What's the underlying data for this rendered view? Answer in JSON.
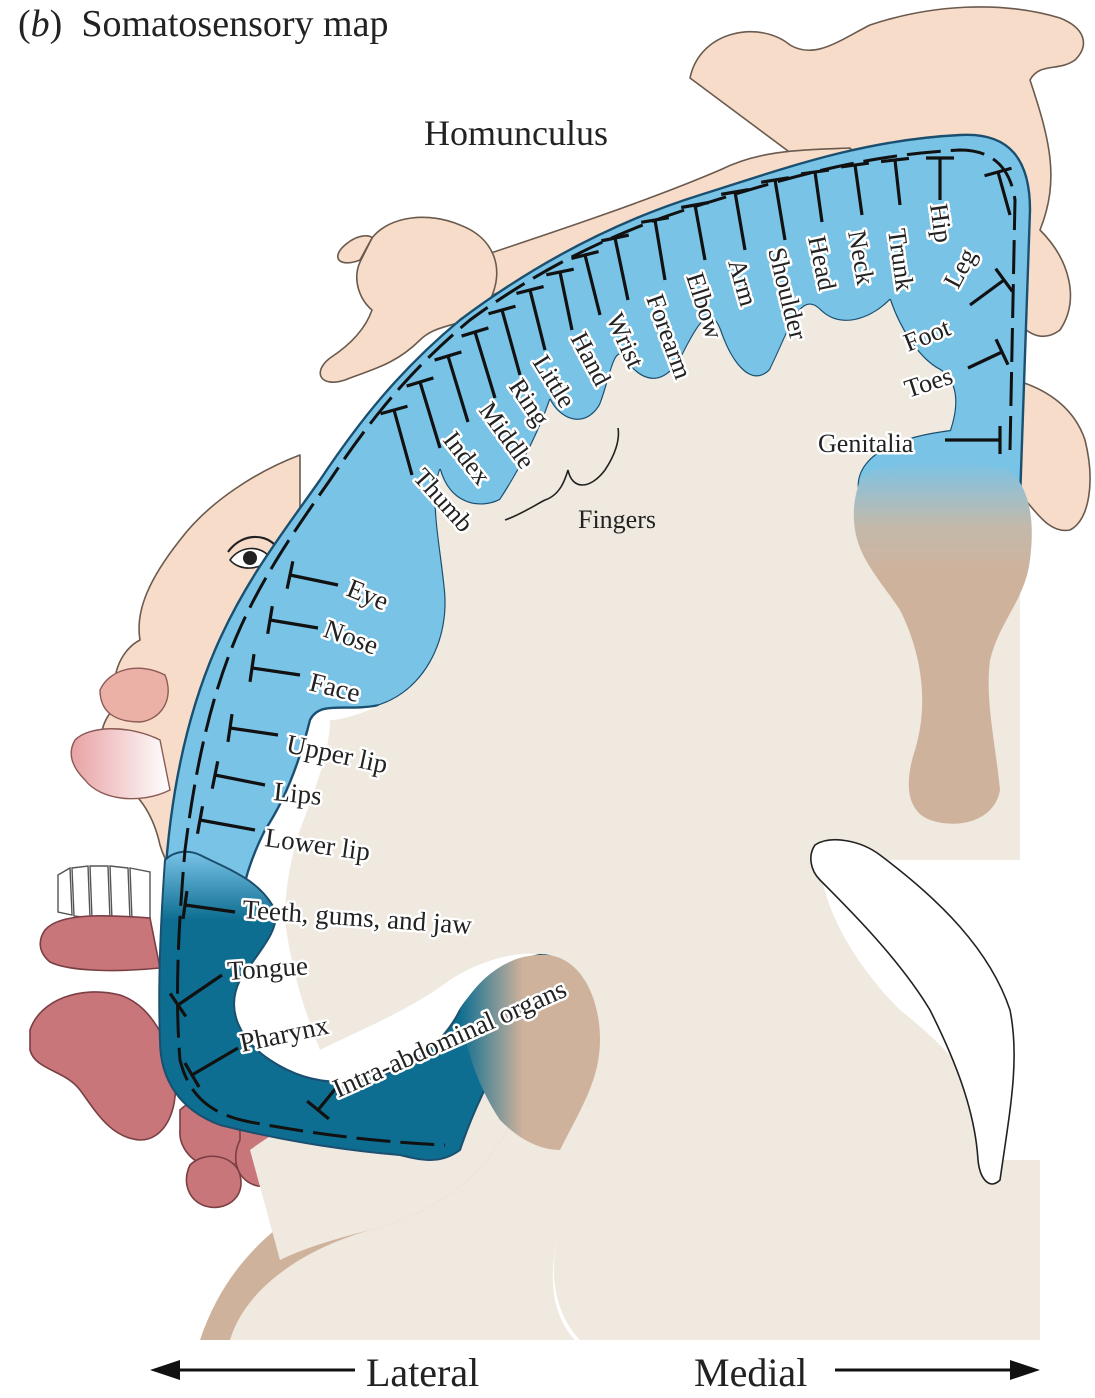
{
  "figure": {
    "panel_letter": "b",
    "title": "Somatosensory map",
    "figure_label": "Homunculus",
    "colors": {
      "cortex_light": "#79c3e7",
      "cortex_dark": "#0e6e91",
      "cortex_outline": "#1b4f6f",
      "brain_fill": "#efe9df",
      "grey_matter": "#cfb29c",
      "skin": "#f7dcc9",
      "lips_tongue": "#c9767a"
    }
  },
  "regions": [
    {
      "id": "genitalia",
      "label": "Genitalia"
    },
    {
      "id": "toes",
      "label": "Toes"
    },
    {
      "id": "foot",
      "label": "Foot"
    },
    {
      "id": "leg",
      "label": "Leg"
    },
    {
      "id": "hip",
      "label": "Hip"
    },
    {
      "id": "trunk",
      "label": "Trunk"
    },
    {
      "id": "neck",
      "label": "Neck"
    },
    {
      "id": "head",
      "label": "Head"
    },
    {
      "id": "shoulder",
      "label": "Shoulder"
    },
    {
      "id": "arm",
      "label": "Arm"
    },
    {
      "id": "elbow",
      "label": "Elbow"
    },
    {
      "id": "forearm",
      "label": "Forearm"
    },
    {
      "id": "wrist",
      "label": "Wrist"
    },
    {
      "id": "hand",
      "label": "Hand"
    },
    {
      "id": "little",
      "label": "Little"
    },
    {
      "id": "ring",
      "label": "Ring"
    },
    {
      "id": "middle",
      "label": "Middle"
    },
    {
      "id": "index",
      "label": "Index"
    },
    {
      "id": "thumb",
      "label": "Thumb"
    },
    {
      "id": "eye",
      "label": "Eye"
    },
    {
      "id": "nose",
      "label": "Nose"
    },
    {
      "id": "face",
      "label": "Face"
    },
    {
      "id": "upper_lip",
      "label": "Upper lip"
    },
    {
      "id": "lips",
      "label": "Lips"
    },
    {
      "id": "lower_lip",
      "label": "Lower lip"
    },
    {
      "id": "teeth",
      "label": "Teeth, gums, and jaw"
    },
    {
      "id": "tongue",
      "label": "Tongue"
    },
    {
      "id": "pharynx",
      "label": "Pharynx"
    },
    {
      "id": "intra_abdominal",
      "label": "Intra-abdominal organs"
    }
  ],
  "group_label": "Fingers",
  "axis": {
    "lateral": "Lateral",
    "medial": "Medial"
  }
}
